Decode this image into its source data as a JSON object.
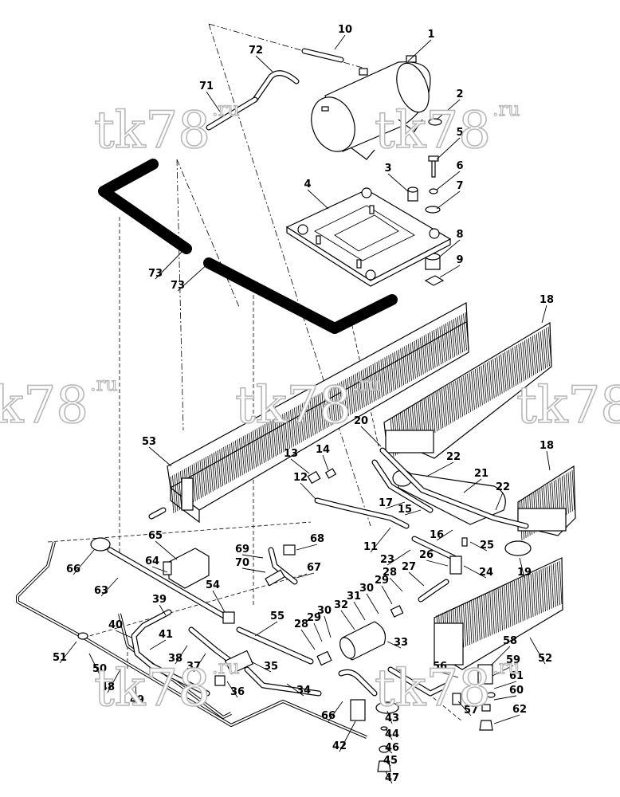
{
  "watermark": {
    "text": "tk78",
    "suffix": ".ru"
  },
  "callouts": [
    {
      "id": "c1",
      "text": "1"
    },
    {
      "id": "c2",
      "text": "2"
    },
    {
      "id": "c3",
      "text": "3"
    },
    {
      "id": "c4",
      "text": "4"
    },
    {
      "id": "c5",
      "text": "5"
    },
    {
      "id": "c6",
      "text": "6"
    },
    {
      "id": "c7",
      "text": "7"
    },
    {
      "id": "c8",
      "text": "8"
    },
    {
      "id": "c9",
      "text": "9"
    },
    {
      "id": "c10",
      "text": "10"
    },
    {
      "id": "c11",
      "text": "11"
    },
    {
      "id": "c12",
      "text": "12"
    },
    {
      "id": "c13",
      "text": "13"
    },
    {
      "id": "c14",
      "text": "14"
    },
    {
      "id": "c15",
      "text": "15"
    },
    {
      "id": "c16",
      "text": "16"
    },
    {
      "id": "c17",
      "text": "17"
    },
    {
      "id": "c18a",
      "text": "18"
    },
    {
      "id": "c18b",
      "text": "18"
    },
    {
      "id": "c19",
      "text": "19"
    },
    {
      "id": "c20",
      "text": "20"
    },
    {
      "id": "c21",
      "text": "21"
    },
    {
      "id": "c22a",
      "text": "22"
    },
    {
      "id": "c22b",
      "text": "22"
    },
    {
      "id": "c23",
      "text": "23"
    },
    {
      "id": "c24",
      "text": "24"
    },
    {
      "id": "c25",
      "text": "25"
    },
    {
      "id": "c26",
      "text": "26"
    },
    {
      "id": "c27",
      "text": "27"
    },
    {
      "id": "c28a",
      "text": "28"
    },
    {
      "id": "c28b",
      "text": "28"
    },
    {
      "id": "c29a",
      "text": "29"
    },
    {
      "id": "c29b",
      "text": "29"
    },
    {
      "id": "c30a",
      "text": "30"
    },
    {
      "id": "c30b",
      "text": "30"
    },
    {
      "id": "c31",
      "text": "31"
    },
    {
      "id": "c32",
      "text": "32"
    },
    {
      "id": "c33",
      "text": "33"
    },
    {
      "id": "c34",
      "text": "34"
    },
    {
      "id": "c35",
      "text": "35"
    },
    {
      "id": "c36",
      "text": "36"
    },
    {
      "id": "c37",
      "text": "37"
    },
    {
      "id": "c38",
      "text": "38"
    },
    {
      "id": "c39",
      "text": "39"
    },
    {
      "id": "c40",
      "text": "40"
    },
    {
      "id": "c41",
      "text": "41"
    },
    {
      "id": "c42",
      "text": "42"
    },
    {
      "id": "c43",
      "text": "43"
    },
    {
      "id": "c44",
      "text": "44"
    },
    {
      "id": "c45",
      "text": "45"
    },
    {
      "id": "c46",
      "text": "46"
    },
    {
      "id": "c47",
      "text": "47"
    },
    {
      "id": "c48",
      "text": "48"
    },
    {
      "id": "c49",
      "text": "49"
    },
    {
      "id": "c50",
      "text": "50"
    },
    {
      "id": "c51",
      "text": "51"
    },
    {
      "id": "c52",
      "text": "52"
    },
    {
      "id": "c53",
      "text": "53"
    },
    {
      "id": "c54",
      "text": "54"
    },
    {
      "id": "c55",
      "text": "55"
    },
    {
      "id": "c56",
      "text": "56"
    },
    {
      "id": "c57",
      "text": "57"
    },
    {
      "id": "c58",
      "text": "58"
    },
    {
      "id": "c59",
      "text": "59"
    },
    {
      "id": "c60",
      "text": "60"
    },
    {
      "id": "c61",
      "text": "61"
    },
    {
      "id": "c62",
      "text": "62"
    },
    {
      "id": "c63",
      "text": "63"
    },
    {
      "id": "c64",
      "text": "64"
    },
    {
      "id": "c65",
      "text": "65"
    },
    {
      "id": "c66a",
      "text": "66"
    },
    {
      "id": "c66b",
      "text": "66"
    },
    {
      "id": "c67",
      "text": "67"
    },
    {
      "id": "c68",
      "text": "68"
    },
    {
      "id": "c69",
      "text": "69"
    },
    {
      "id": "c70",
      "text": "70"
    },
    {
      "id": "c71",
      "text": "71"
    },
    {
      "id": "c72",
      "text": "72"
    },
    {
      "id": "c73a",
      "text": "73"
    },
    {
      "id": "c73b",
      "text": "73"
    }
  ]
}
